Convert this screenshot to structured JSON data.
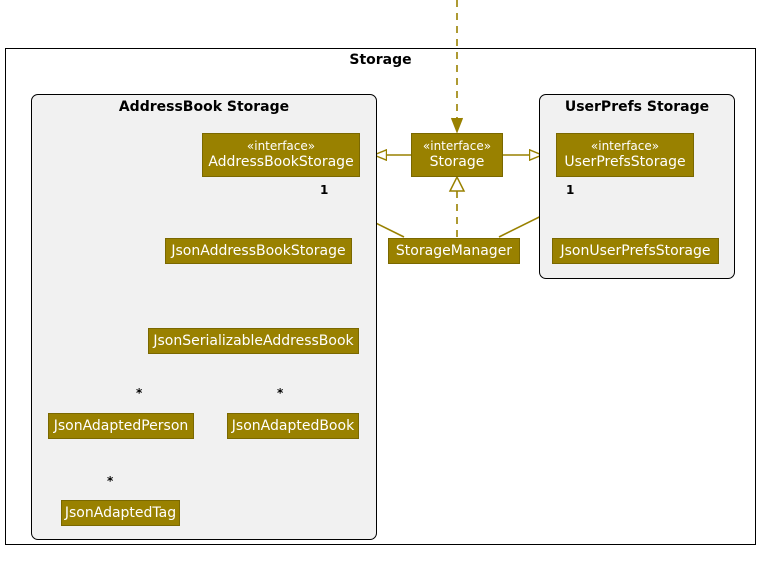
{
  "diagram": {
    "title": "Storage",
    "type": "uml-class-diagram",
    "colors": {
      "node_fill": "#998100",
      "node_border": "#7A6800",
      "node_text": "#FFFFFF",
      "package_fill": "#F1F1F1",
      "package_border": "#000000",
      "edge": "#998100",
      "label_text": "#000000"
    }
  },
  "packages": [
    {
      "id": "addressbook_storage",
      "title": "AddressBook Storage"
    },
    {
      "id": "userprefs_storage",
      "title": "UserPrefs Storage"
    }
  ],
  "nodes": [
    {
      "id": "addressbookstorage",
      "stereotype": "«interface»",
      "name": "AddressBookStorage"
    },
    {
      "id": "storage",
      "stereotype": "«interface»",
      "name": "Storage"
    },
    {
      "id": "userprefsstorage",
      "stereotype": "«interface»",
      "name": "UserPrefsStorage"
    },
    {
      "id": "jsonaddressbookstorage",
      "stereotype": "",
      "name": "JsonAddressBookStorage"
    },
    {
      "id": "storagemanager",
      "stereotype": "",
      "name": "StorageManager"
    },
    {
      "id": "jsonuserprefsstorage",
      "stereotype": "",
      "name": "JsonUserPrefsStorage"
    },
    {
      "id": "jsonserializableaddressbook",
      "stereotype": "",
      "name": "JsonSerializableAddressBook"
    },
    {
      "id": "jsonadaptedperson",
      "stereotype": "",
      "name": "JsonAdaptedPerson"
    },
    {
      "id": "jsonadaptedbook",
      "stereotype": "",
      "name": "JsonAdaptedBook"
    },
    {
      "id": "jsonadaptedtag",
      "stereotype": "",
      "name": "JsonAdaptedTag"
    }
  ],
  "multiplicities": [
    {
      "id": "mult-abs",
      "label": "1"
    },
    {
      "id": "mult-ups",
      "label": "1"
    },
    {
      "id": "mult-person",
      "label": "*"
    },
    {
      "id": "mult-book",
      "label": "*"
    },
    {
      "id": "mult-tag",
      "label": "*"
    }
  ],
  "edges": [
    {
      "from": "storage",
      "to": "addressbookstorage",
      "kind": "generalization"
    },
    {
      "from": "storage",
      "to": "userprefsstorage",
      "kind": "generalization"
    },
    {
      "from": "storagemanager",
      "to": "storage",
      "kind": "realization"
    },
    {
      "from": "storagemanager",
      "to": "addressbookstorage",
      "kind": "association",
      "multiplicity": "1"
    },
    {
      "from": "storagemanager",
      "to": "userprefsstorage",
      "kind": "association",
      "multiplicity": "1"
    },
    {
      "from": "jsonaddressbookstorage",
      "to": "addressbookstorage",
      "kind": "realization"
    },
    {
      "from": "jsonuserprefsstorage",
      "to": "userprefsstorage",
      "kind": "realization"
    },
    {
      "from": "jsonaddressbookstorage",
      "to": "jsonserializableaddressbook",
      "kind": "realization"
    },
    {
      "from": "jsonserializableaddressbook",
      "to": "jsonadaptedperson",
      "kind": "association",
      "multiplicity": "*"
    },
    {
      "from": "jsonserializableaddressbook",
      "to": "jsonadaptedbook",
      "kind": "association",
      "multiplicity": "*"
    },
    {
      "from": "jsonadaptedperson",
      "to": "jsonadaptedtag",
      "kind": "association",
      "multiplicity": "*"
    }
  ]
}
